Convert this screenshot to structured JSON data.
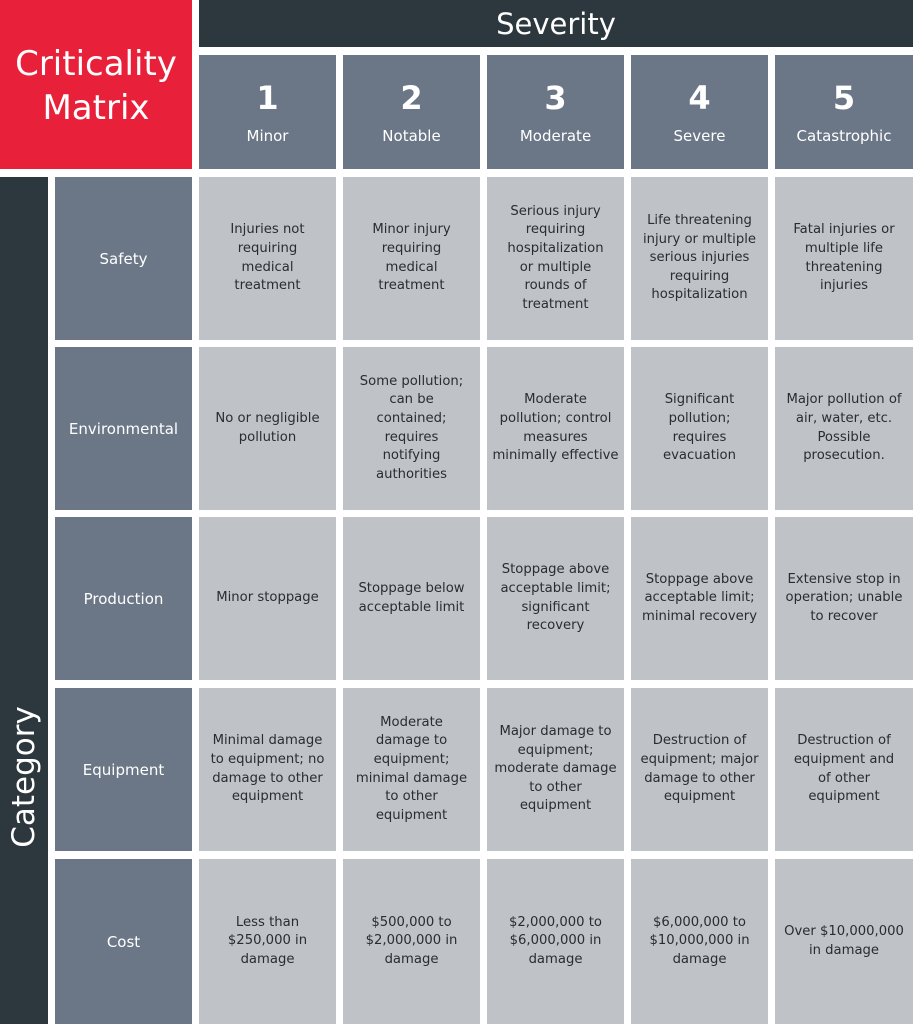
{
  "title": {
    "line1": "Criticality",
    "line2": "Matrix"
  },
  "severity_header": "Severity",
  "category_header": "Category",
  "colors": {
    "title_red": "#e8203a",
    "dark_bar": "#2d373e",
    "header_slate": "#6b7787",
    "cell_gray": "#bfc2c6"
  },
  "severity_levels": [
    {
      "num": "1",
      "name": "Minor"
    },
    {
      "num": "2",
      "name": "Notable"
    },
    {
      "num": "3",
      "name": "Moderate"
    },
    {
      "num": "4",
      "name": "Severe"
    },
    {
      "num": "5",
      "name": "Catastrophic"
    }
  ],
  "categories": [
    {
      "label": "Safety",
      "cells": [
        "Injuries not requiring medical treatment",
        "Minor injury requiring medical treatment",
        "Serious injury requiring hospitalization or multiple rounds of treatment",
        "Life threatening injury or multiple serious injuries requiring hospitalization",
        "Fatal injuries or multiple life threatening injuries"
      ]
    },
    {
      "label": "Environmental",
      "cells": [
        "No or negligible pollution",
        "Some pollution; can be contained; requires notifying authorities",
        "Moderate pollution; control measures minimally effective",
        "Significant pollution; requires evacuation",
        "Major pollution of air, water, etc. Possible prosecution."
      ]
    },
    {
      "label": "Production",
      "cells": [
        "Minor stoppage",
        "Stoppage below acceptable limit",
        "Stoppage above acceptable limit; significant recovery",
        "Stoppage above acceptable limit; minimal recovery",
        "Extensive stop in operation; unable to recover"
      ]
    },
    {
      "label": "Equipment",
      "cells": [
        "Minimal damage to equipment; no damage to other equipment",
        "Moderate damage to equipment; minimal damage to other equipment",
        "Major damage to equipment; moderate damage to other equipment",
        "Destruction of equipment; major damage to other equipment",
        "Destruction of equipment and of other equipment"
      ]
    },
    {
      "label": "Cost",
      "cells": [
        "Less than $250,000 in damage",
        "$500,000 to $2,000,000 in damage",
        "$2,000,000 to $6,000,000 in damage",
        "$6,000,000 to $10,000,000 in damage",
        "Over $10,000,000 in damage"
      ]
    }
  ]
}
